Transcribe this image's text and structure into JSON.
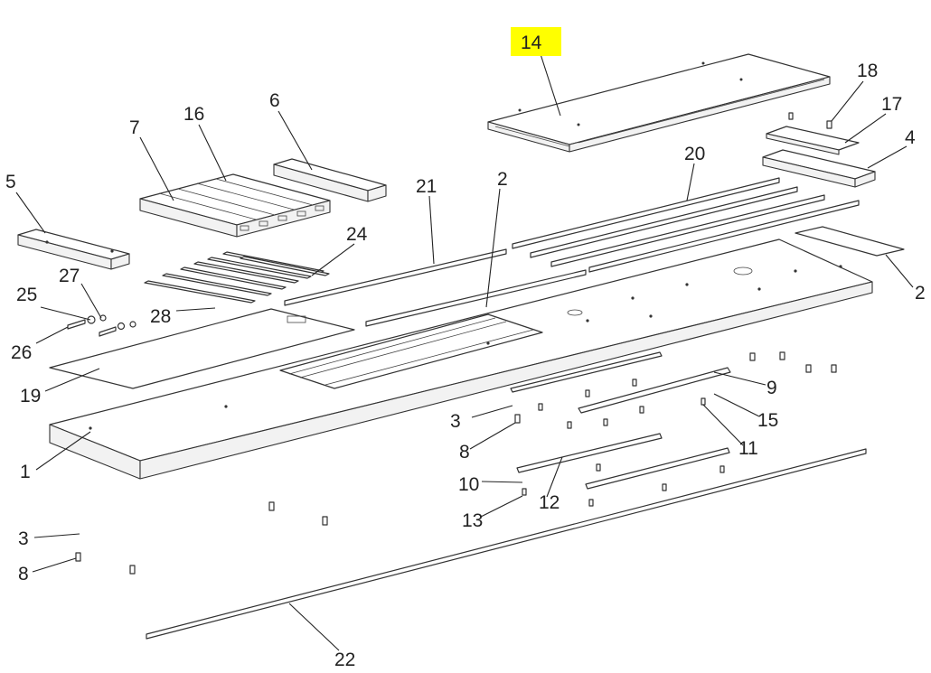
{
  "highlight_color": "#ffff00",
  "callouts": {
    "c14": "14",
    "c18": "18",
    "c17": "17",
    "c4": "4",
    "c6": "6",
    "c16": "16",
    "c7": "7",
    "c5": "5",
    "c21": "21",
    "c2a": "2",
    "c20": "20",
    "c24": "24",
    "c2b": "2",
    "c27": "27",
    "c25": "25",
    "c28": "28",
    "c26": "26",
    "c19": "19",
    "c9": "9",
    "c3a": "3",
    "c15": "15",
    "c8a": "8",
    "c11": "11",
    "c1": "1",
    "c10": "10",
    "c12": "12",
    "c13": "13",
    "c3b": "3",
    "c8b": "8",
    "c22": "22"
  }
}
